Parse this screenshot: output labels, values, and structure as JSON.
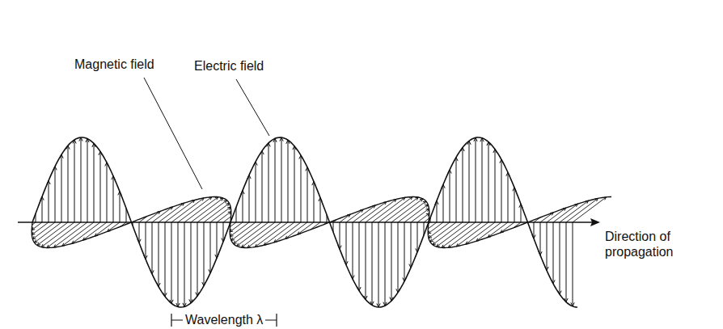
{
  "diagram": {
    "labels": [
      "Magnetic field",
      "Electric field",
      "Direction of propagation",
      "Wavelength λ"
    ]
  }
}
